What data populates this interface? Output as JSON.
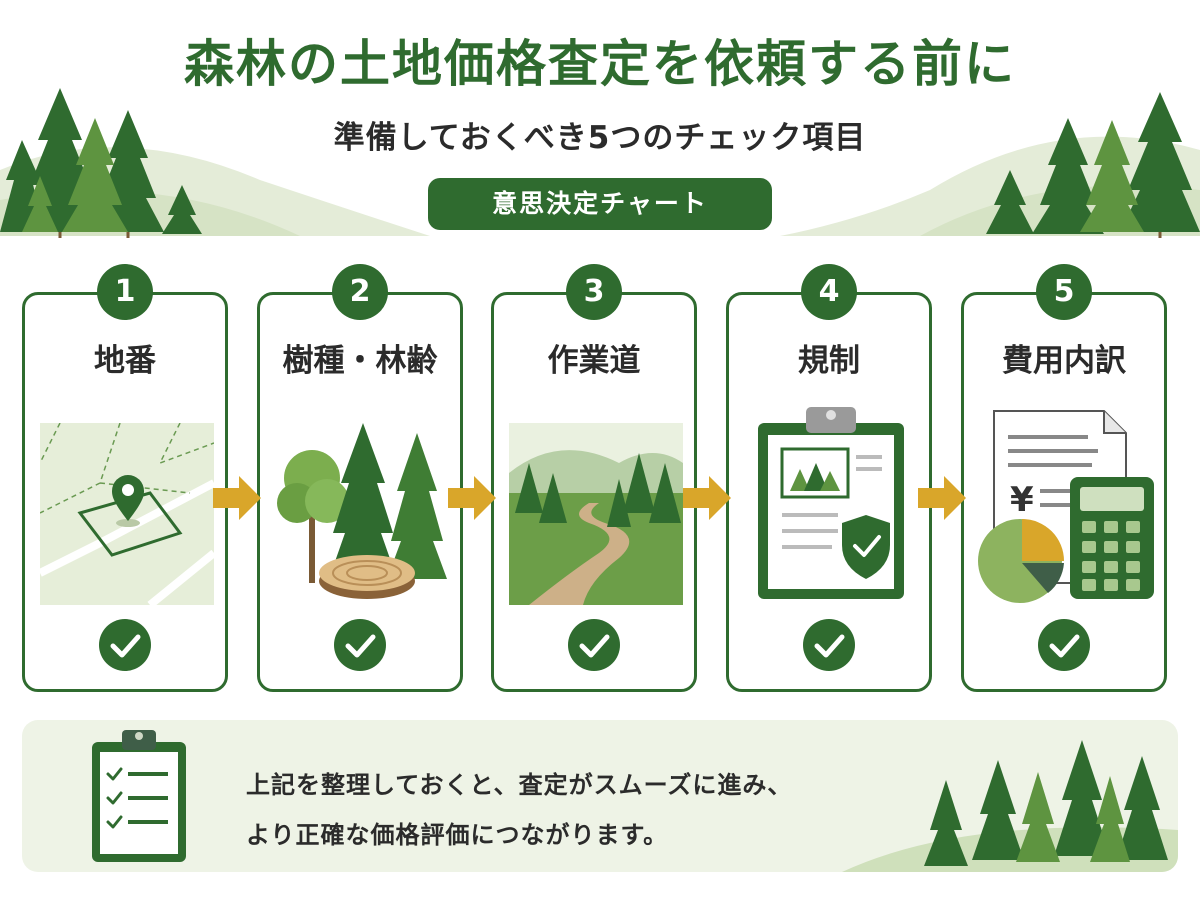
{
  "header": {
    "title": "森林の土地価格査定を依頼する前に",
    "subtitle": "準備しておくべき5つのチェック項目",
    "badge": "意思決定チャート"
  },
  "steps": [
    {
      "number": "1",
      "label": "地番",
      "icon": "map-pin-icon"
    },
    {
      "number": "2",
      "label": "樹種・林齢",
      "icon": "trees-stump-icon"
    },
    {
      "number": "3",
      "label": "作業道",
      "icon": "forest-road-icon"
    },
    {
      "number": "4",
      "label": "規制",
      "icon": "clipboard-shield-icon"
    },
    {
      "number": "5",
      "label": "費用内訳",
      "icon": "document-calculator-icon"
    }
  ],
  "summary": {
    "line1": "上記を整理しておくと、査定がスムーズに進み、",
    "line2": "より正確な価格評価につながります。"
  },
  "colors": {
    "primary_green": "#2f6b2f",
    "arrow_gold": "#d9a62a",
    "light_green_bg": "#eef3e6"
  }
}
